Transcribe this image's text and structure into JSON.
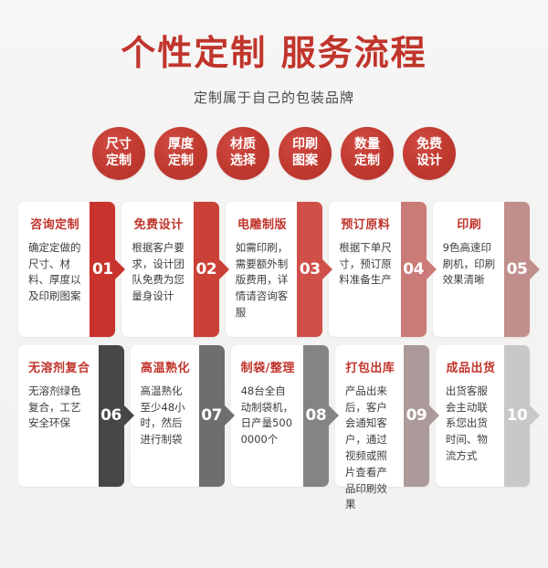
{
  "header": {
    "title": "个性定制  服务流程",
    "subtitle": "定制属于自己的包装品牌",
    "title_color": "#c0352c"
  },
  "badges": [
    {
      "line1": "尺寸",
      "line2": "定制"
    },
    {
      "line1": "厚度",
      "line2": "定制"
    },
    {
      "line1": "材质",
      "line2": "选择"
    },
    {
      "line1": "印刷",
      "line2": "图案"
    },
    {
      "line1": "数量",
      "line2": "定制"
    },
    {
      "line1": "免费",
      "line2": "设计"
    }
  ],
  "badge_color": "#c0392f",
  "rows": [
    {
      "name": "row-1",
      "cards": [
        {
          "number": "01",
          "title": "咨询定制",
          "text": "确定定做的尺寸、材料、厚度以及印刷图案",
          "tab_color": "#c8342d"
        },
        {
          "number": "02",
          "title": "免费设计",
          "text": "根据客户要求，设计团队免费为您量身设计",
          "tab_color": "#cb4037"
        },
        {
          "number": "03",
          "title": "电雕制版",
          "text": "如需印刷，需要额外制版费用，详情请咨询客服",
          "tab_color": "#d05049"
        },
        {
          "number": "04",
          "title": "预订原料",
          "text": "根据下单尺寸，预订原料准备生产",
          "tab_color": "#cb7b77"
        },
        {
          "number": "05",
          "title": "印刷",
          "text": "9色高速印刷机，印刷效果清晰",
          "tab_color": "#c08f8c"
        }
      ]
    },
    {
      "name": "row-2",
      "cards": [
        {
          "number": "06",
          "title": "无溶剂复合",
          "text": "无溶剂绿色复合，工艺安全环保",
          "tab_color": "#474747"
        },
        {
          "number": "07",
          "title": "高温熟化",
          "text": "高温熟化至少48小时，然后进行制袋",
          "tab_color": "#6e6e6e"
        },
        {
          "number": "08",
          "title": "制袋/整理",
          "text": "48台全自动制袋机，日产量5000000个",
          "tab_color": "#858484"
        },
        {
          "number": "09",
          "title": "打包出库",
          "text": "产品出来后，客户会通知客户，通过视频或照片查看产品印刷效果",
          "tab_color": "#ab9a99"
        },
        {
          "number": "10",
          "title": "成品出货",
          "text": "出货客服会主动联系您出货时间、物流方式",
          "tab_color": "#c9c8c7"
        }
      ]
    }
  ]
}
